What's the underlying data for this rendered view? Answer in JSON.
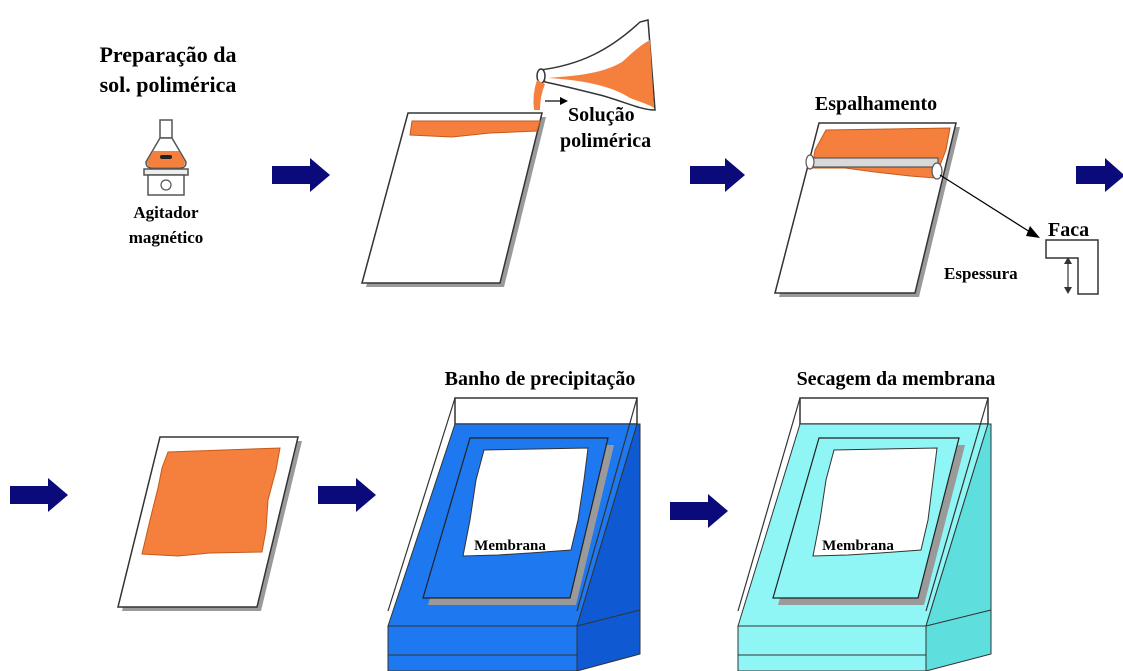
{
  "labels": {
    "prep_line1": "Preparação da",
    "prep_line2": "sol. polimérica",
    "stirrer_line1": "Agitador",
    "stirrer_line2": "magnético",
    "solution_line1": "Solução",
    "solution_line2": "polimérica",
    "spreading": "Espalhamento",
    "knife": "Faca",
    "thickness": "Espessura",
    "bath_title": "Banho de precipitação",
    "drying_title": "Secagem da membrana",
    "membrane_bath": "Membrana",
    "membrane_drying": "Membrana"
  },
  "colors": {
    "polymer": "#f5803e",
    "arrow": "#0a0a7a",
    "bath_blue": "#1e78f0",
    "bath_blue_dark": "#0f5ad2",
    "drying_cyan": "#8ff5f5",
    "drying_cyan_dark": "#5fdede"
  },
  "icons": {
    "flask": "erlenmeyer-flask-icon",
    "stirrer": "magnetic-stirrer-icon",
    "beaker": "pouring-beaker-icon"
  }
}
